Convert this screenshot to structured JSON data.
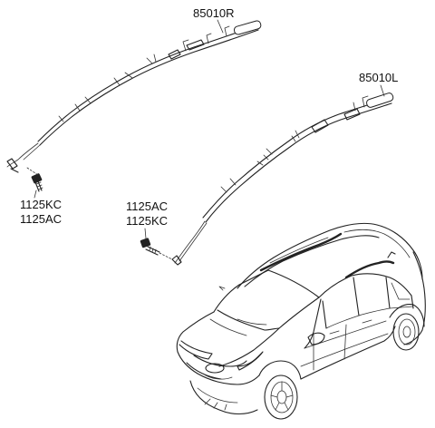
{
  "labels": {
    "curtain_right": "85010R",
    "curtain_left": "85010L",
    "bolt_left_line1": "1125KC",
    "bolt_left_line2": "1125AC",
    "bolt_center_line1": "1125AC",
    "bolt_center_line2": "1125KC"
  }
}
